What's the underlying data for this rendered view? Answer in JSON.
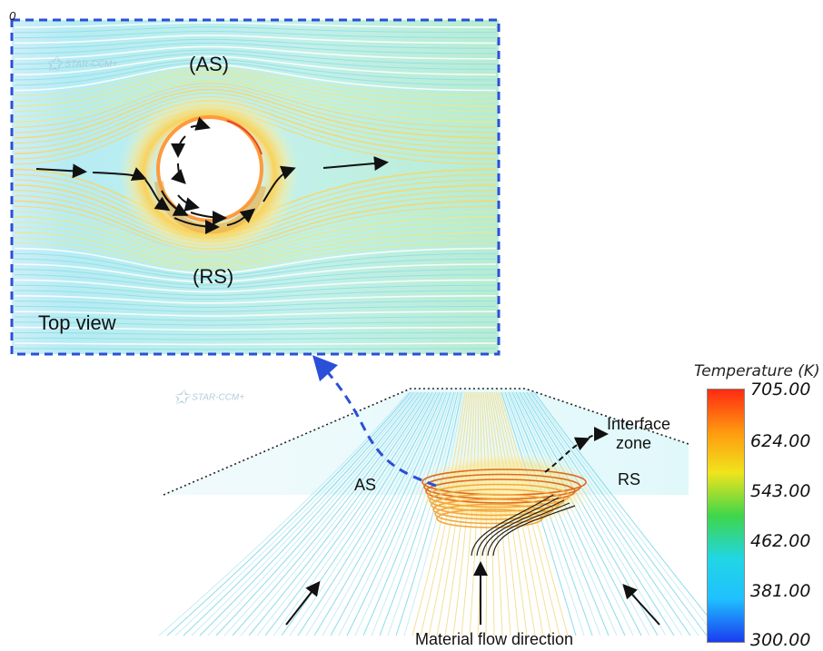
{
  "inset": {
    "corner_label": "0",
    "as_label": "(AS)",
    "rs_label": "(RS)",
    "view_label": "Top view",
    "logo_text": "STAR-CCM+"
  },
  "main": {
    "logo_text": "STAR-CCM+",
    "as_label": "AS",
    "rs_label": "RS",
    "interface_label_line1": "Interface",
    "interface_label_line2": "zone",
    "flow_label": "Material flow direction"
  },
  "legend": {
    "title": "Temperature (K)",
    "ticks": [
      "705.00",
      "624.00",
      "543.00",
      "462.00",
      "381.00",
      "300.00"
    ],
    "colors": [
      "#ff2a12",
      "#ff9a10",
      "#f0e41c",
      "#3fd64a",
      "#21d6e4",
      "#20c0ff",
      "#1a3cf0"
    ]
  },
  "colors": {
    "inset_border": "#2b4fd6",
    "connector": "#2b4fd6",
    "background_stream": "#9fe3ee"
  }
}
